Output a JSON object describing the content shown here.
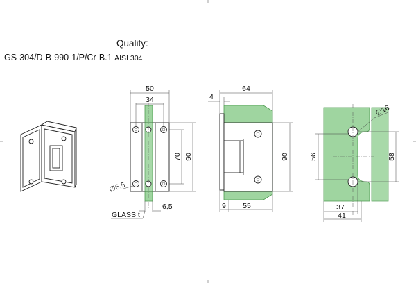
{
  "header": {
    "quality_label": "Quality:",
    "product_code": "GS-304/D-B-990-1/P/Cr-B.1",
    "material": "AISI 304"
  },
  "colors": {
    "glass": "#9fd5a0",
    "lines": "#222222"
  },
  "front_view": {
    "dim_width_overall": "50",
    "dim_width_inner": "34",
    "dim_hole_spacing": "70",
    "dim_height": "90",
    "dim_hole_dia": "∅6,5",
    "dim_glass_thickness": "6,5",
    "glass_label": "GLASS t"
  },
  "side_view": {
    "dim_depth": "64",
    "dim_plate": "4",
    "dim_height": "90",
    "dim_offset": "9",
    "dim_leaf": "55"
  },
  "glass_cutout": {
    "dim_hole_dia": "∅16",
    "dim_outer": "58",
    "dim_inner": "56",
    "dim_edge_a": "37",
    "dim_edge_b": "41"
  }
}
